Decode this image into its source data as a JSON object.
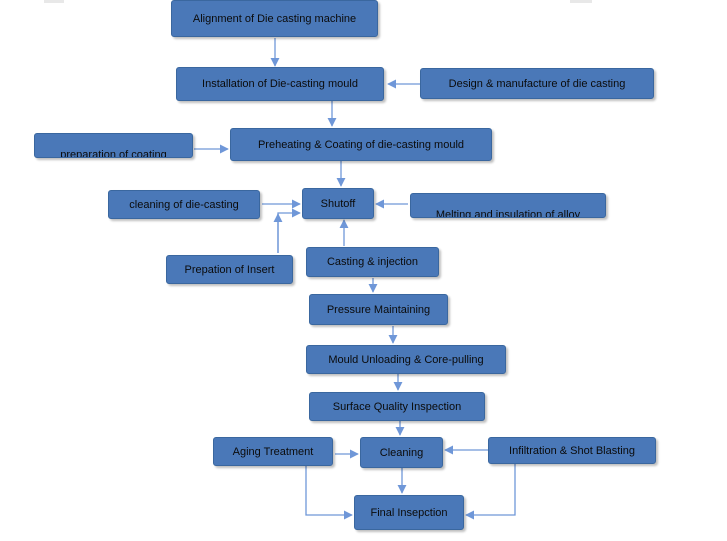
{
  "nodes": {
    "alignment": "Alignment of Die casting machine",
    "installation": "Installation of Die-casting mould",
    "design": "Design & manufacture of die casting",
    "prep_coating": "preparation of coating",
    "preheating": "Preheating & Coating of die-casting mould",
    "cleaning_die": "cleaning of die-casting",
    "shutoff": "Shutoff",
    "melting": "Melting and insulation of alloy",
    "prep_insert": "Prepation of Insert",
    "casting": "Casting & injection",
    "pressure": "Pressure Maintaining",
    "unloading": "Mould Unloading & Core-pulling",
    "surface": "Surface Quality Inspection",
    "aging": "Aging Treatment",
    "cleaning": "Cleaning",
    "infiltration": "Infiltration & Shot Blasting",
    "final": "Final Insepction"
  },
  "colors": {
    "box_fill": "#4a78b8",
    "connector": "#6f97d8"
  }
}
